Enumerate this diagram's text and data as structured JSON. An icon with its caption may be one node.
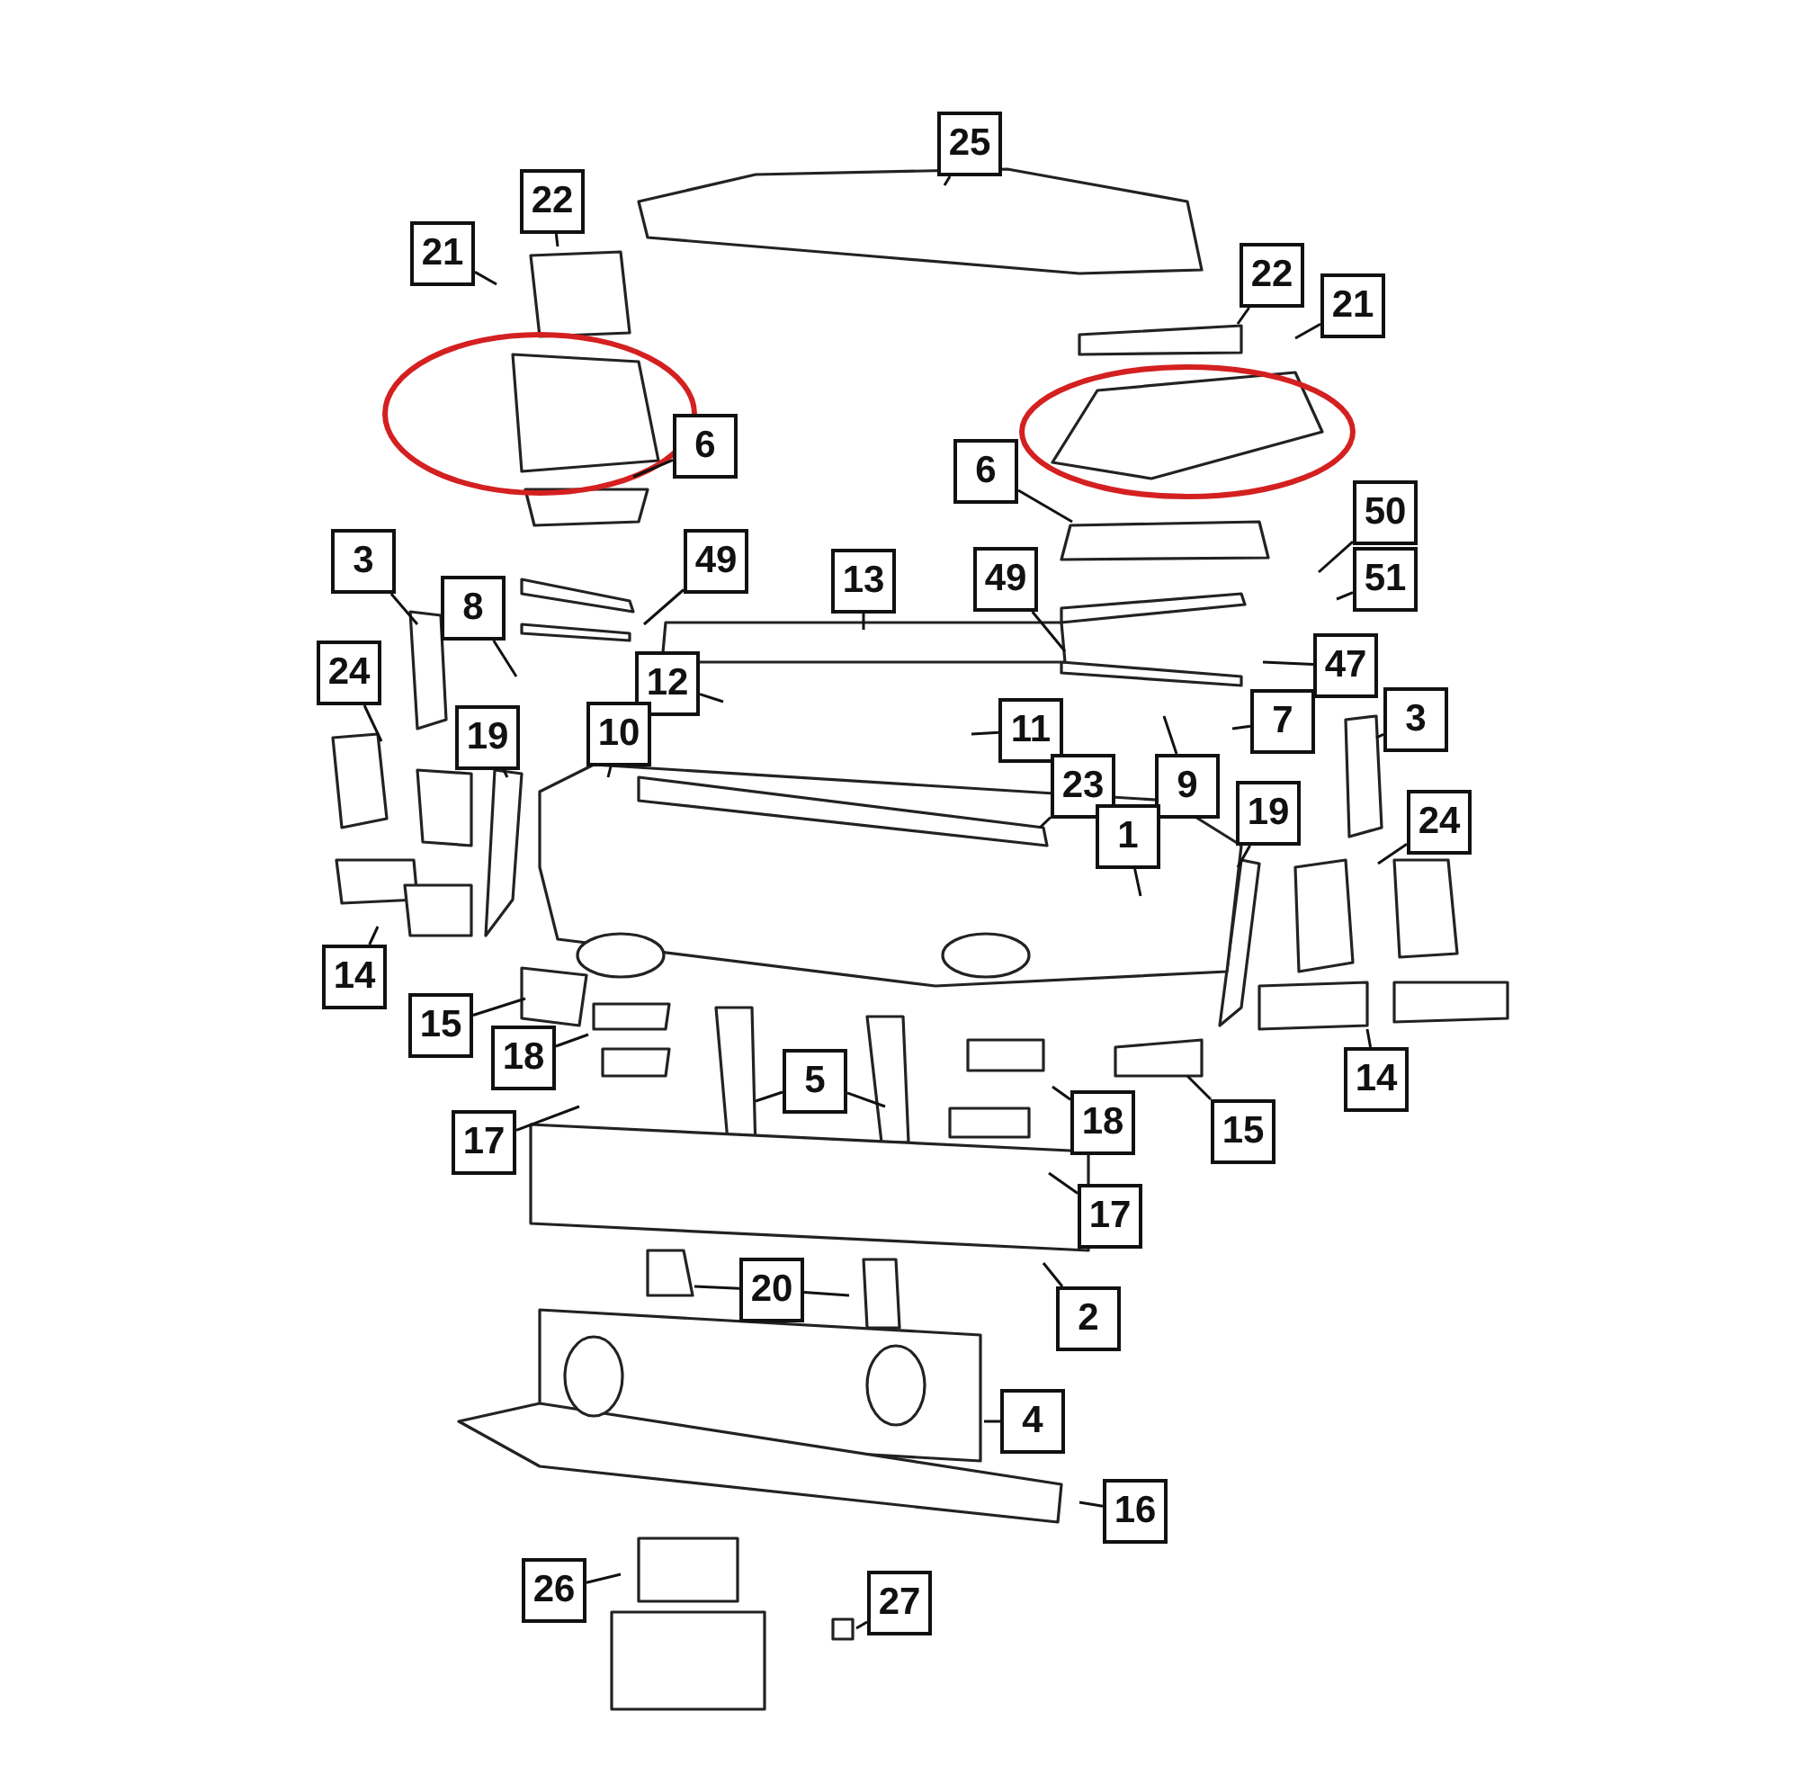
{
  "diagram": {
    "nodes": [
      {
        "text": [
          "25"
        ]
      },
      {
        "text": [
          "22"
        ]
      },
      {
        "text": [
          "21"
        ]
      },
      {
        "text": [
          "22"
        ]
      },
      {
        "text": [
          "21"
        ]
      },
      {
        "text": [
          "6"
        ]
      },
      {
        "text": [
          "6"
        ]
      },
      {
        "text": [
          "50"
        ]
      },
      {
        "text": [
          "3"
        ]
      },
      {
        "text": [
          "49"
        ]
      },
      {
        "text": [
          "13"
        ]
      },
      {
        "text": [
          "49"
        ]
      },
      {
        "text": [
          "51"
        ]
      },
      {
        "text": [
          "8"
        ]
      },
      {
        "text": [
          "47"
        ]
      },
      {
        "text": [
          "24"
        ]
      },
      {
        "text": [
          "12"
        ]
      },
      {
        "text": [
          "10"
        ]
      },
      {
        "text": [
          "19"
        ]
      },
      {
        "text": [
          "11"
        ]
      },
      {
        "text": [
          "7"
        ]
      },
      {
        "text": [
          "3"
        ]
      },
      {
        "text": [
          "23"
        ]
      },
      {
        "text": [
          "9"
        ]
      },
      {
        "text": [
          "1"
        ]
      },
      {
        "text": [
          "19"
        ]
      },
      {
        "text": [
          "24"
        ]
      },
      {
        "text": [
          "14"
        ]
      },
      {
        "text": [
          "15"
        ]
      },
      {
        "text": [
          "18"
        ]
      },
      {
        "text": [
          "5"
        ]
      },
      {
        "text": [
          "14"
        ]
      },
      {
        "text": [
          "17"
        ]
      },
      {
        "text": [
          "18"
        ]
      },
      {
        "text": [
          "15"
        ]
      },
      {
        "text": [
          "17"
        ]
      },
      {
        "text": [
          "20"
        ]
      },
      {
        "text": [
          "2"
        ]
      },
      {
        "text": [
          "4"
        ]
      },
      {
        "text": [
          "16"
        ]
      },
      {
        "text": [
          "26"
        ]
      },
      {
        "text": [
          "27"
        ]
      }
    ],
    "edges": [
      {
        "from": 0,
        "to": null,
        "arrow": "none"
      },
      {
        "from": 1,
        "to": null,
        "arrow": "none"
      },
      {
        "from": 2,
        "to": null,
        "arrow": "none"
      },
      {
        "from": 3,
        "to": null,
        "arrow": "none"
      },
      {
        "from": 4,
        "to": null,
        "arrow": "none"
      },
      {
        "from": 5,
        "to": null,
        "arrow": "none"
      },
      {
        "from": 6,
        "to": null,
        "arrow": "none"
      },
      {
        "from": 7,
        "to": null,
        "arrow": "none"
      },
      {
        "from": 8,
        "to": null,
        "arrow": "none"
      },
      {
        "from": 9,
        "to": null,
        "arrow": "none"
      },
      {
        "from": 10,
        "to": null,
        "arrow": "none"
      },
      {
        "from": 11,
        "to": null,
        "arrow": "none"
      },
      {
        "from": 12,
        "to": null,
        "arrow": "none"
      },
      {
        "from": 13,
        "to": null,
        "arrow": "none"
      },
      {
        "from": 14,
        "to": null,
        "arrow": "none"
      },
      {
        "from": 15,
        "to": null,
        "arrow": "none"
      },
      {
        "from": 16,
        "to": null,
        "arrow": "none"
      },
      {
        "from": 17,
        "to": null,
        "arrow": "none"
      },
      {
        "from": 18,
        "to": null,
        "arrow": "none"
      },
      {
        "from": 19,
        "to": null,
        "arrow": "none"
      },
      {
        "from": 20,
        "to": null,
        "arrow": "none"
      },
      {
        "from": 21,
        "to": null,
        "arrow": "none"
      },
      {
        "from": 22,
        "to": null,
        "arrow": "none"
      },
      {
        "from": 23,
        "to": null,
        "arrow": "none"
      },
      {
        "from": 24,
        "to": null,
        "arrow": "none"
      },
      {
        "from": 25,
        "to": null,
        "arrow": "none"
      },
      {
        "from": 26,
        "to": null,
        "arrow": "none"
      },
      {
        "from": 27,
        "to": null,
        "arrow": "none"
      },
      {
        "from": 28,
        "to": null,
        "arrow": "none"
      },
      {
        "from": 29,
        "to": null,
        "arrow": "none"
      },
      {
        "from": 30,
        "to": null,
        "arrow": "none"
      },
      {
        "from": 30,
        "to": null,
        "arrow": "none"
      },
      {
        "from": 31,
        "to": null,
        "arrow": "none"
      },
      {
        "from": 32,
        "to": null,
        "arrow": "none"
      },
      {
        "from": 33,
        "to": null,
        "arrow": "none"
      },
      {
        "from": 34,
        "to": null,
        "arrow": "none"
      },
      {
        "from": 35,
        "to": null,
        "arrow": "none"
      },
      {
        "from": 36,
        "to": null,
        "arrow": "none"
      },
      {
        "from": 36,
        "to": null,
        "arrow": "none"
      },
      {
        "from": 37,
        "to": null,
        "arrow": "none"
      },
      {
        "from": 38,
        "to": null,
        "arrow": "none"
      },
      {
        "from": 39,
        "to": null,
        "arrow": "none"
      },
      {
        "from": 40,
        "to": null,
        "arrow": "none"
      },
      {
        "from": 41,
        "to": null,
        "arrow": "none"
      }
    ]
  }
}
